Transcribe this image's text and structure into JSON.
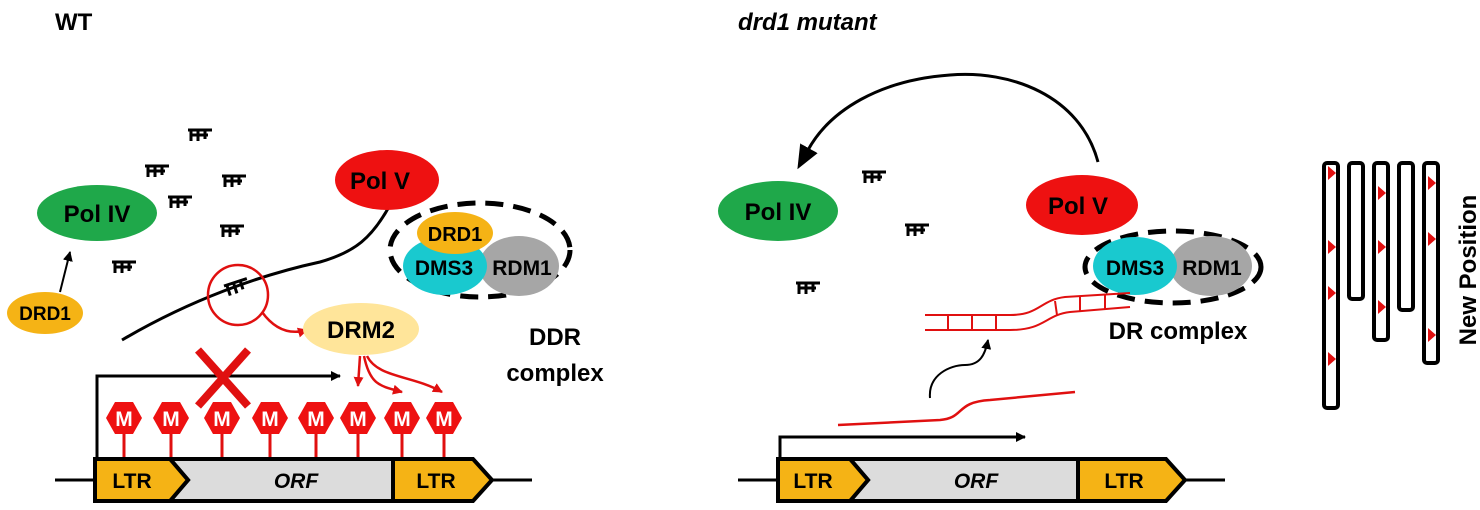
{
  "wt": {
    "title": "WT",
    "pol_iv": "Pol IV",
    "drd1_lower": "DRD1",
    "pol_v": "Pol V",
    "drd1_complex": "DRD1",
    "dms3": "DMS3",
    "rdm1": "RDM1",
    "complex_line1": "DDR",
    "complex_line2": "complex",
    "drm2": "DRM2",
    "methyl_mark": "M",
    "ltr_left": "LTR",
    "orf": "ORF",
    "ltr_right": "LTR"
  },
  "mutant": {
    "title": "drd1 mutant",
    "pol_iv": "Pol IV",
    "pol_v": "Pol V",
    "dms3": "DMS3",
    "rdm1": "RDM1",
    "complex_label": "DR complex",
    "ltr_left": "LTR",
    "orf": "ORF",
    "ltr_right": "LTR"
  },
  "chromosomes": {
    "label": "New Position"
  },
  "colors": {
    "pol_iv": "#1fa84a",
    "pol_v": "#ee1111",
    "drd1": "#f5b315",
    "dms3": "#19c9cf",
    "rdm1": "#a6a6a6",
    "drm2": "#ffe59a",
    "ltr": "#f5b315",
    "orf": "#dcdcdc",
    "methyl": "#ee1111",
    "rna": "#e01010"
  },
  "icons": {
    "small_rna": "sirna-icon",
    "methylation": "methyl-hexagon-icon",
    "block": "red-x-icon",
    "transposon_insertion": "red-triangle-icon"
  }
}
